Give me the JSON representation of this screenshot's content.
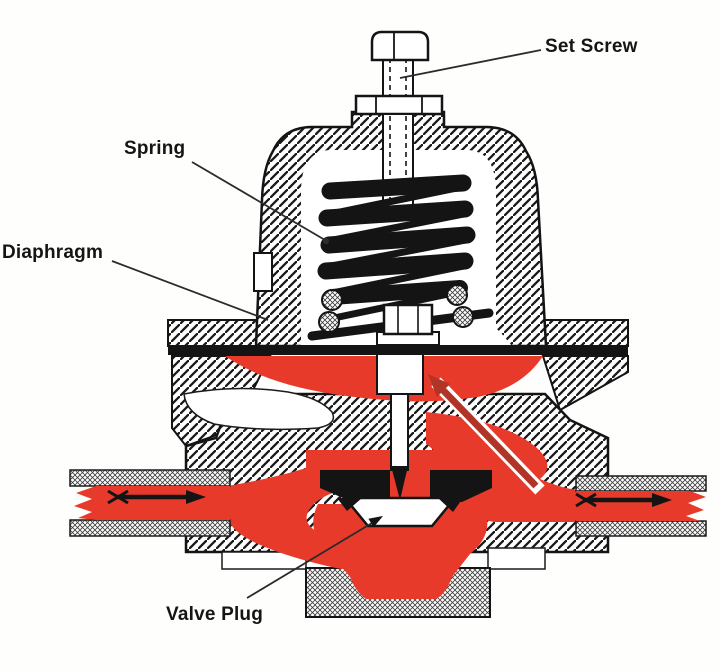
{
  "labels": {
    "set_screw": "Set Screw",
    "spring": "Spring",
    "diaphragm": "Diaphragm",
    "valve_plug": "Valve Plug"
  },
  "icons": {
    "inlet_flow_arrow": "right-arrow",
    "outlet_flow_arrow": "right-arrow",
    "feedback_pressure_arrow": "up-left-arrow"
  },
  "colors": {
    "flow_red": "#e83a2a",
    "feedback_arrow_red": "#b13527",
    "ink": "#141414",
    "leader": "#2b2b2b"
  }
}
